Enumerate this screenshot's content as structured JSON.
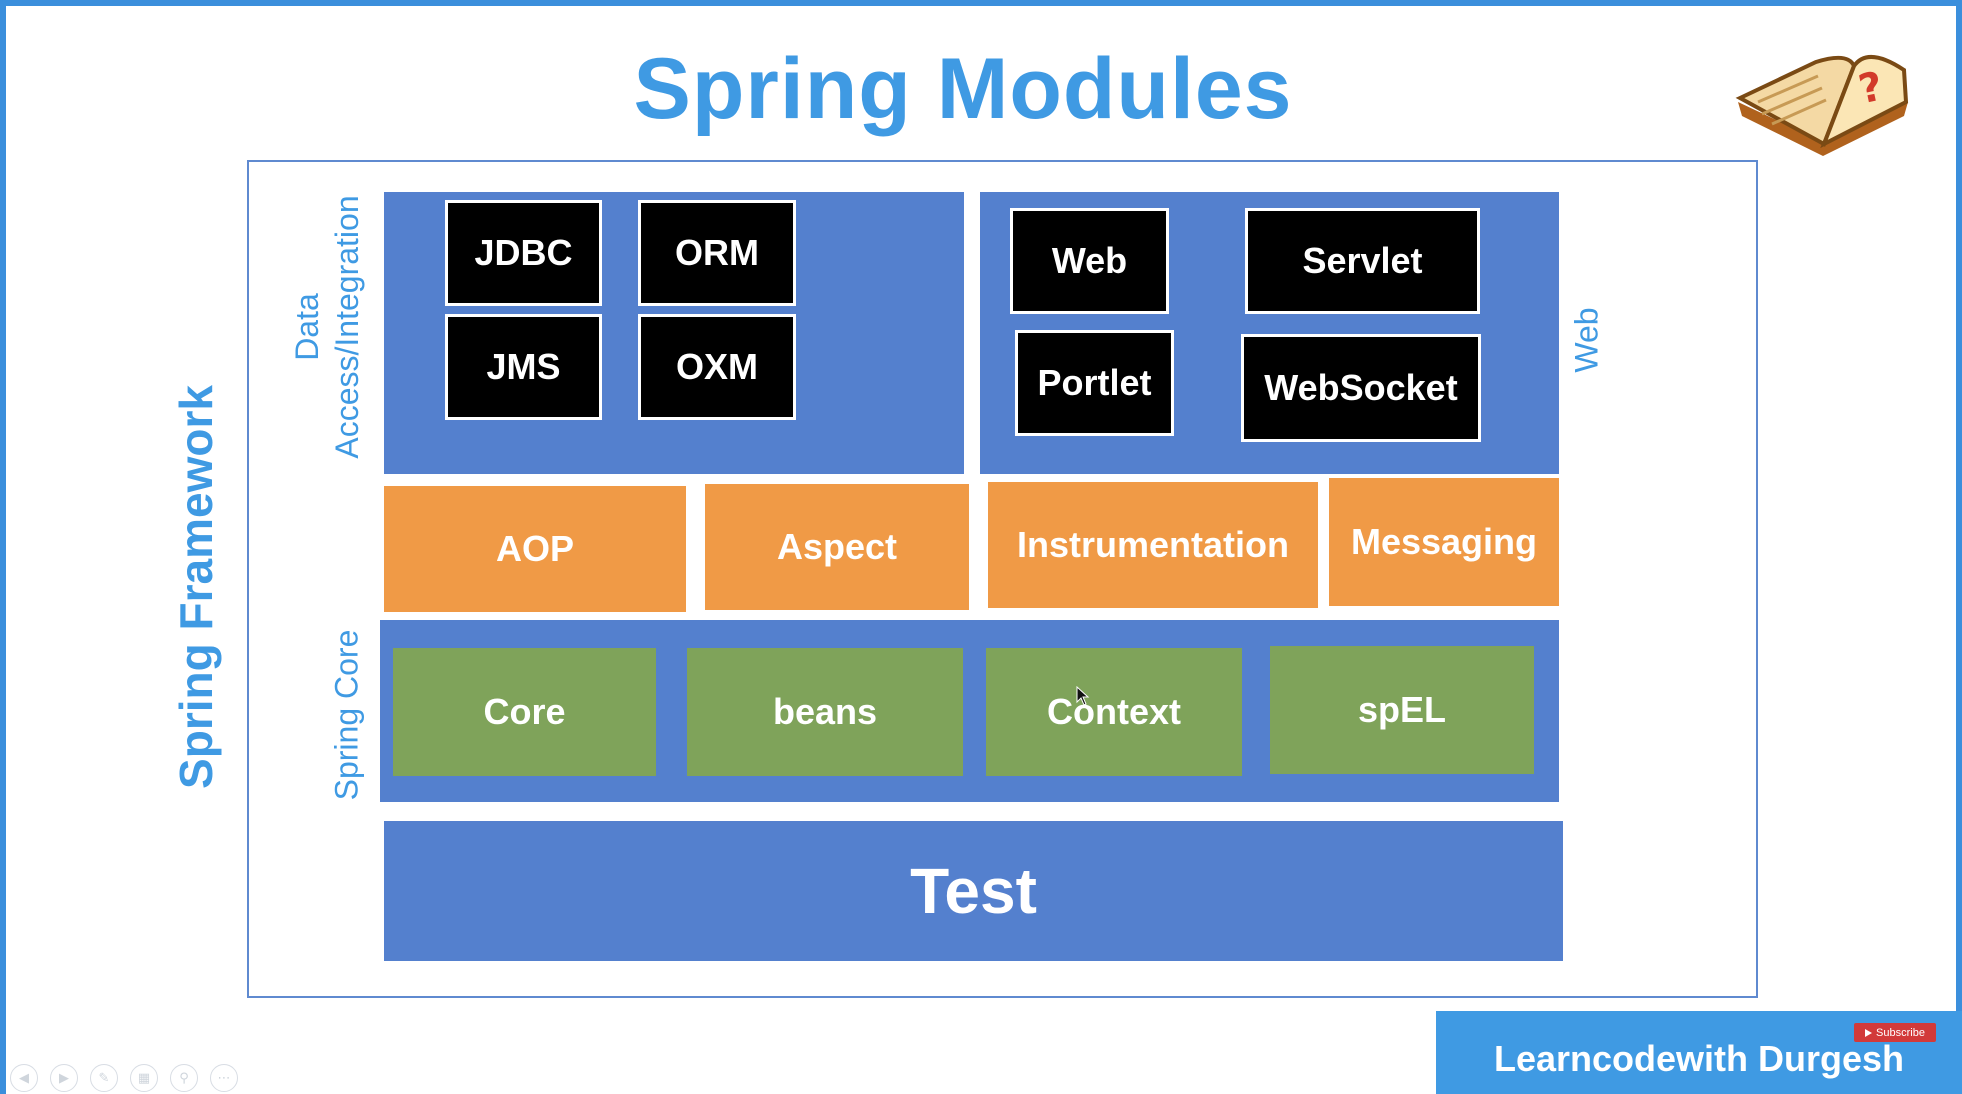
{
  "title": "Spring Modules",
  "side_labels": {
    "spring_framework": "Spring Framework",
    "data_access": "Data Access/Integration",
    "web": "Web",
    "spring_core": "Spring Core"
  },
  "data_access_modules": [
    "JDBC",
    "ORM",
    "JMS",
    "OXM"
  ],
  "web_modules": [
    "Web",
    "Servlet",
    "Portlet",
    "WebSocket"
  ],
  "middle_modules": [
    "AOP",
    "Aspect",
    "Instrumentation",
    "Messaging"
  ],
  "core_modules": [
    "Core",
    "beans",
    "Context",
    "spEL"
  ],
  "test_module": "Test",
  "brand": "Learncodewith Durgesh",
  "subscribe": "Subscribe",
  "colors": {
    "accent_blue": "#3f9ae3",
    "panel_blue": "#5480ce",
    "orange": "#f09a46",
    "green": "#7fa35a",
    "black": "#000000"
  },
  "icons": [
    "open-book-question-icon",
    "slideshow-previous-icon",
    "slideshow-next-icon",
    "pen-icon",
    "slides-grid-icon",
    "zoom-icon",
    "more-options-icon",
    "cursor-icon",
    "youtube-play-icon"
  ]
}
